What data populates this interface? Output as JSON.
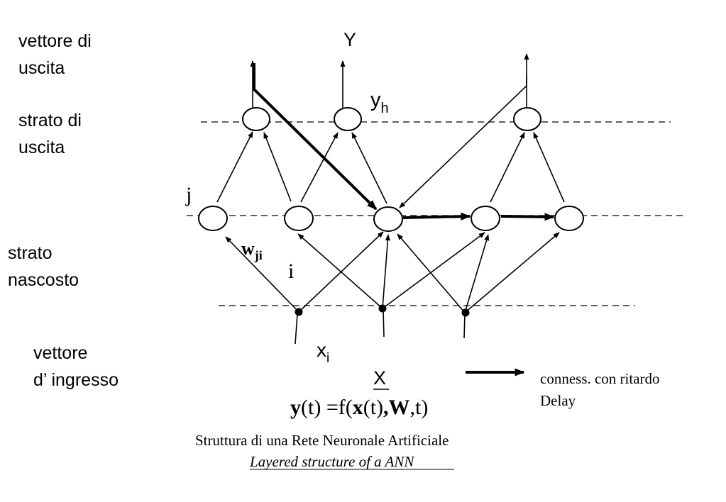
{
  "labels": {
    "output_vector": [
      "vettore di",
      "uscita"
    ],
    "output_layer": [
      "strato di",
      "uscita"
    ],
    "hidden_layer": [
      "strato",
      "nascosto"
    ],
    "input_vector": [
      "vettore",
      "d’ ingresso"
    ]
  },
  "symbols": {
    "Y": "Y",
    "yh_base": "y",
    "yh_sub": "h",
    "j": "j",
    "w_base": "w",
    "w_sub": "ji",
    "i": "i",
    "xi_base": "x",
    "xi_sub": "i",
    "X": "X"
  },
  "formula": {
    "y": "y",
    "t1": "(t) =f(",
    "x": "x",
    "t2": "(t)",
    "comma": ",",
    "W": "W",
    "t3": ",t)"
  },
  "legend": {
    "line1": "conness. con ritardo",
    "line2": "Delay"
  },
  "caption": {
    "italian": "Struttura di una Rete Neuronale Artificiale",
    "english": "Layered structure of a ANN"
  },
  "colors": {
    "ink": "#000000",
    "background": "#ffffff"
  }
}
